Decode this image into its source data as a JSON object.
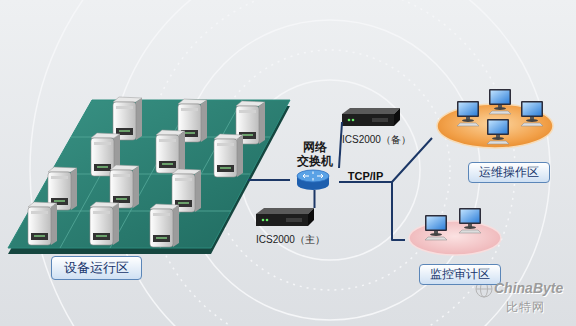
{
  "diagram": {
    "nodes": [
      {
        "text": [
          "设备运行区"
        ]
      },
      {
        "text": [
          "网络 交换机"
        ]
      },
      {
        "text": [
          "ICS2000（备）"
        ]
      },
      {
        "text": [
          "ICS2000（主）"
        ]
      },
      {
        "text": [
          "运维操作区"
        ]
      },
      {
        "text": [
          "监控审计区"
        ]
      }
    ],
    "edges": [
      {
        "from": 0,
        "to": 1,
        "arrow": "none"
      },
      {
        "from": 1,
        "to": 2,
        "arrow": "none"
      },
      {
        "from": 1,
        "to": 3,
        "arrow": "none"
      },
      {
        "from": 1,
        "to": 4,
        "label": "TCP/IP",
        "arrow": "none"
      },
      {
        "from": 1,
        "to": 5,
        "arrow": "none"
      }
    ],
    "labels": [
      "ChinaByte",
      "比特网"
    ]
  }
}
